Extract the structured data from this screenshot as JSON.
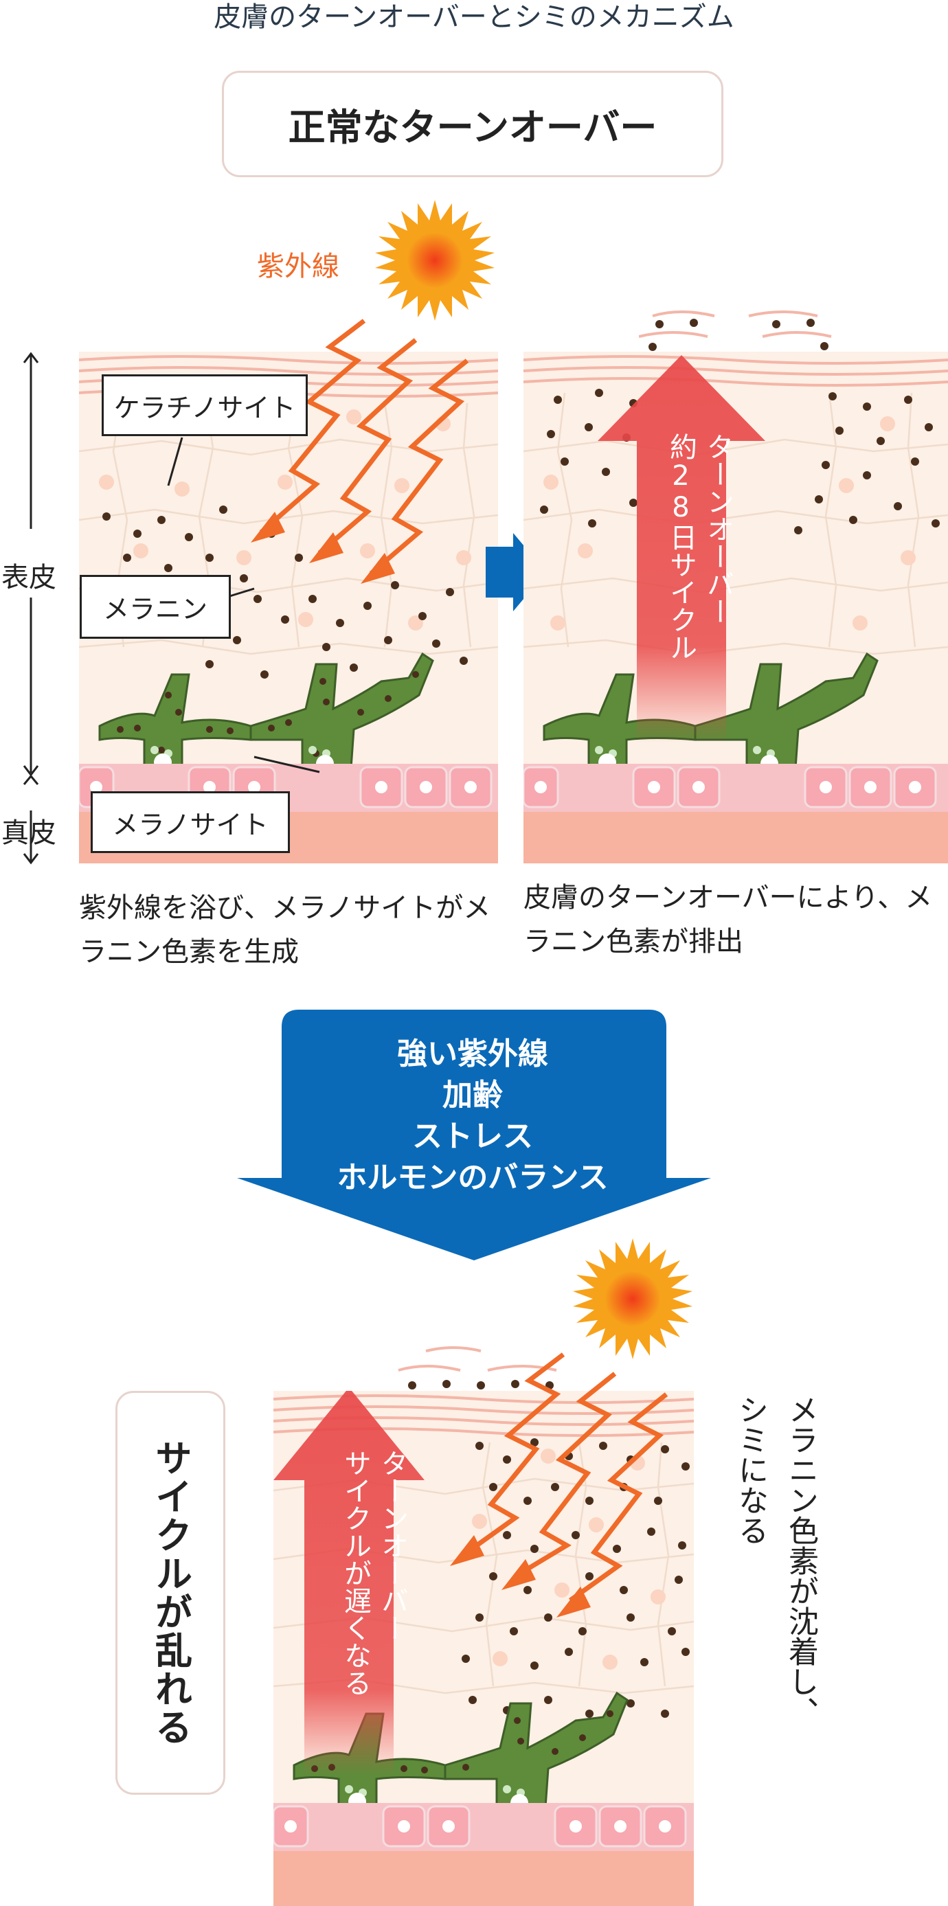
{
  "title": "皮膚のターンオーバーとシミのメカニズム",
  "normal_header": "正常なターンオーバー",
  "uv_label": "紫外線",
  "labels": {
    "keratinocyte": "ケラチノサイト",
    "melanin": "メラニン",
    "melanocyte": "メラノサイト"
  },
  "side_labels": {
    "epidermis": "表皮",
    "dermis": "真皮"
  },
  "turnover_arrow": {
    "line1": "ターンオーバー",
    "line2": "約28日サイクル"
  },
  "captions": {
    "left": "紫外線を浴び、メラノサイトがメラニン色素を生成",
    "right": "皮膚のターンオーバーにより、メラニン色素が排出"
  },
  "factors": [
    "強い紫外線",
    "加齢",
    "ストレス",
    "ホルモンのバランス"
  ],
  "disrupted_header": "サイクルが乱れる",
  "slow_arrow": {
    "line1": "ターンオーバー",
    "line2": "サイクルが遅くなる"
  },
  "result_text": {
    "line1": "メラニン色素が沈着し、",
    "line2": "シミになる"
  },
  "colors": {
    "uv": "#f06a28",
    "sun": "#f7a21b",
    "blue": "#0a6ab8",
    "skin": "#fdeee3",
    "dermis": "#f7b3a0",
    "melanin": "#4a2e1c",
    "melanocyte": "#5e8c3a",
    "turnover_arrow": "#e84848"
  }
}
